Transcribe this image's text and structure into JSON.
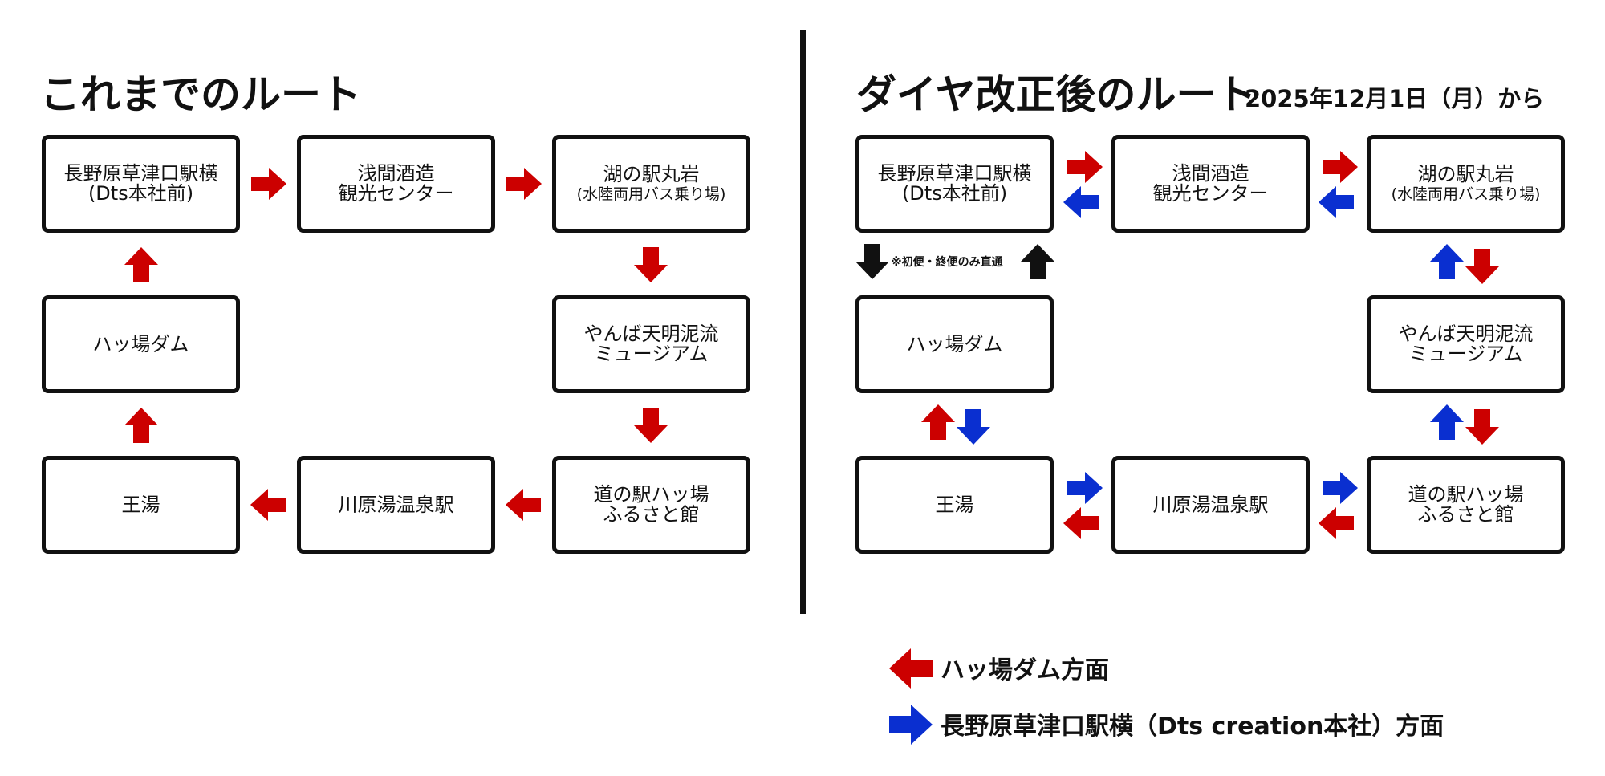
{
  "left": {
    "title": "これまでのルート",
    "stops": {
      "naganohara": {
        "line1": "長野原草津口駅横",
        "line2": "(Dts本社前)"
      },
      "asama": {
        "line1": "浅間酒造",
        "line2": "観光センター"
      },
      "maruiwa": {
        "line1": "湖の駅丸岩",
        "line2": "(水陸両用バス乗り場)"
      },
      "yamba_museum": {
        "line1": "やんば天明泥流",
        "line2": "ミュージアム"
      },
      "michinoeki": {
        "line1": "道の駅ハッ場",
        "line2": "ふるさと館"
      },
      "kawarayu": {
        "line1": "川原湯温泉駅",
        "line2": ""
      },
      "oyu": {
        "line1": "王湯",
        "line2": ""
      },
      "dam": {
        "line1": "ハッ場ダム",
        "line2": ""
      }
    }
  },
  "right": {
    "title": "ダイヤ改正後のルート",
    "subtitle": "2025年12月1日（月）から",
    "note": "※初便・終便のみ直通",
    "stops": {
      "naganohara": {
        "line1": "長野原草津口駅横",
        "line2": "(Dts本社前)"
      },
      "asama": {
        "line1": "浅間酒造",
        "line2": "観光センター"
      },
      "maruiwa": {
        "line1": "湖の駅丸岩",
        "line2": "(水陸両用バス乗り場)"
      },
      "yamba_museum": {
        "line1": "やんば天明泥流",
        "line2": "ミュージアム"
      },
      "michinoeki": {
        "line1": "道の駅ハッ場",
        "line2": "ふるさと館"
      },
      "kawarayu": {
        "line1": "川原湯温泉駅",
        "line2": ""
      },
      "oyu": {
        "line1": "王湯",
        "line2": ""
      },
      "dam": {
        "line1": "ハッ場ダム",
        "line2": ""
      }
    }
  },
  "legend": {
    "red": {
      "label": "ハッ場ダム方面",
      "color": "#cc0000",
      "icon": "arrow-left-icon"
    },
    "blue": {
      "label": "長野原草津口駅横（Dts creation本社）方面",
      "color": "#0a2fd0",
      "icon": "arrow-right-icon"
    }
  },
  "colors": {
    "red": "#cc0000",
    "blue": "#0a2fd0",
    "black": "#111111"
  }
}
